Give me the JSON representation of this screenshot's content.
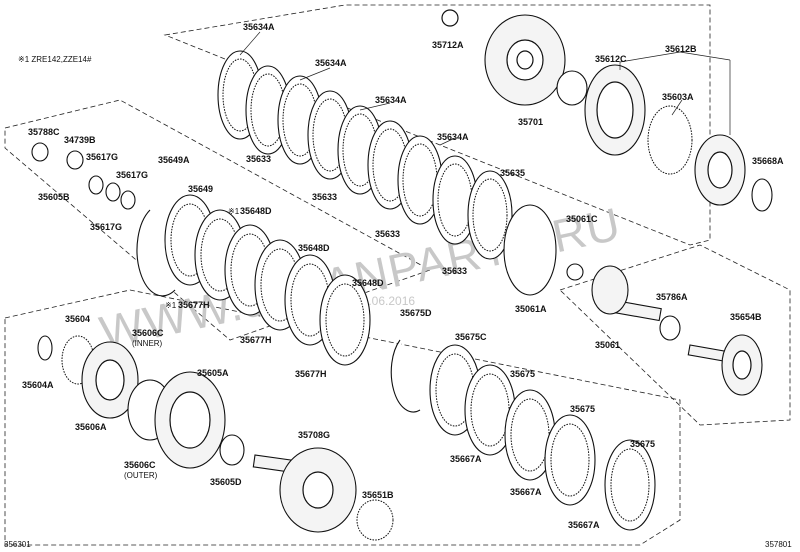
{
  "notes": {
    "applicability": "※1 ZRE142,ZZE14#"
  },
  "watermark": {
    "main": "WWW.JAPANPARTS.RU",
    "date": "05.06.2016"
  },
  "footer": {
    "left_code": "356301",
    "right_code": "357801"
  },
  "annotations": {
    "inner": "(INNER)",
    "outer": "(OUTER)"
  },
  "labels": {
    "p35634a_1": "35634A",
    "p35634a_2": "35634A",
    "p35634a_3": "35634A",
    "p35634a_4": "35634A",
    "p35633_1": "35633",
    "p35633_2": "35633",
    "p35633_3": "35633",
    "p35633_4": "35633",
    "p35635": "35635",
    "p35712a": "35712A",
    "p35701": "35701",
    "p35612c": "35612C",
    "p35612b": "35612B",
    "p35603a": "35603A",
    "p35668a": "35668A",
    "p35061c": "35061C",
    "p35061a": "35061A",
    "p35061": "35061",
    "p35786a": "35786A",
    "p35654b": "35654B",
    "p35788c": "35788C",
    "p34739b": "34739B",
    "p35617g_1": "35617G",
    "p35617g_2": "35617G",
    "p35617g_3": "35617G",
    "p35605b": "35605B",
    "p35649a": "35649A",
    "p35649": "35649",
    "p35648d_1": "35648D",
    "p35648d_2": "35648D",
    "p35648d_3": "35648D",
    "p35677h_1": "35677H",
    "p35677h_2": "35677H",
    "p35677h_3": "35677H",
    "p35675d": "35675D",
    "p35675c": "35675C",
    "p35675_1": "35675",
    "p35675_2": "35675",
    "p35675_3": "35675",
    "p35667a_1": "35667A",
    "p35667a_2": "35667A",
    "p35667a_3": "35667A",
    "p35604": "35604",
    "p35604a": "35604A",
    "p35606c_1": "35606C",
    "p35606c_2": "35606C",
    "p35606a": "35606A",
    "p35605a": "35605A",
    "p35605d": "35605D",
    "p35708g": "35708G",
    "p35651b": "35651B"
  },
  "mark_note": "※1"
}
